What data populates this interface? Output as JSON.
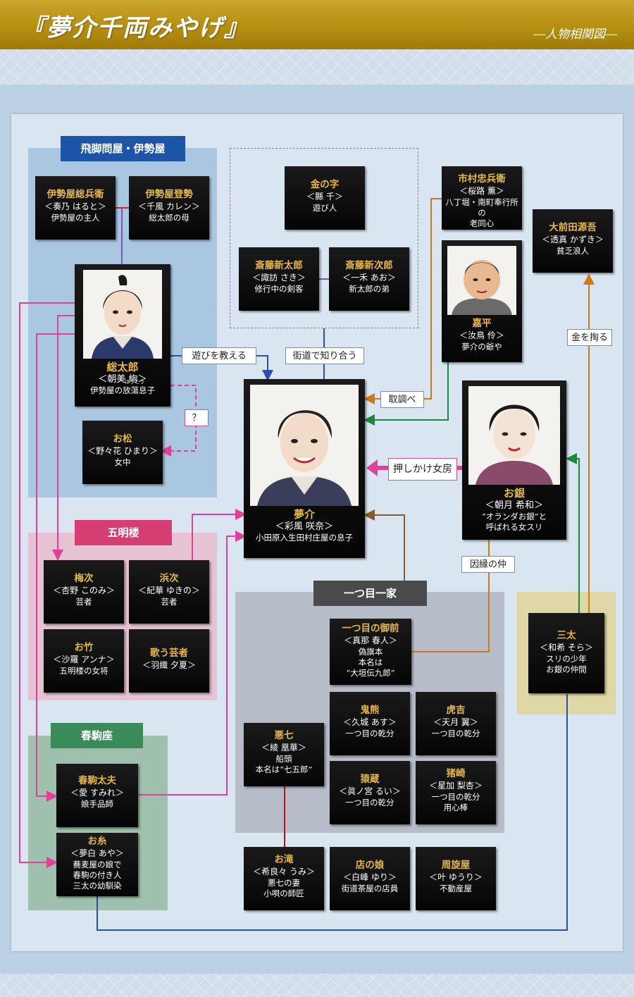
{
  "header": {
    "title": "『夢介千両みやげ』",
    "subtitle": "―人物相関図―"
  },
  "groups": {
    "hikyaku": "飛脚問屋・伊勢屋",
    "gomei": "五明楼",
    "harukoma": "春駒座",
    "hitotsume": "一つ目一家"
  },
  "characters": {
    "souhee": {
      "name": "伊勢屋総兵衛",
      "actor": "＜奏乃 はると＞",
      "desc": "伊勢屋の主人"
    },
    "otose": {
      "name": "伊勢屋登勢",
      "actor": "＜千風 カレン＞",
      "desc": "総太郎の母"
    },
    "soutarou": {
      "name": "総太郎",
      "actor": "＜朝美 絢＞",
      "desc": "伊勢屋の放蕩息子",
      "ruby": "はうとう"
    },
    "omatsu": {
      "name": "お松",
      "actor": "＜野々花 ひまり＞",
      "desc": "女中"
    },
    "kinnoji": {
      "name": "金の字",
      "actor": "＜縣 千＞",
      "desc": "遊び人"
    },
    "shintarou": {
      "name": "斎藤新太郎",
      "actor": "＜諏訪 さき＞",
      "desc": "修行中の剣客"
    },
    "shinjirou": {
      "name": "斎藤新次郎",
      "actor": "＜一禾 あお＞",
      "desc": "新太郎の弟"
    },
    "ichimura": {
      "name": "市村忠兵衛",
      "actor": "＜桜路 薫＞",
      "desc": "八丁堀・南町奉行所の\n老同心"
    },
    "oomae": {
      "name": "大前田源吾",
      "actor": "＜透真 かずき＞",
      "desc": "貧乏浪人"
    },
    "kahei": {
      "name": "嘉平",
      "actor": "＜汝鳥 伶＞",
      "desc": "夢介の爺や"
    },
    "yumesuke": {
      "name": "夢介",
      "actor": "＜彩風 咲奈＞",
      "desc": "小田原入生田村庄屋の息子"
    },
    "ogin": {
      "name": "お銀",
      "actor": "＜朝月 希和＞",
      "desc": "“オランダお銀”と\n呼ばれる女スリ"
    },
    "umeji": {
      "name": "梅次",
      "actor": "＜杏野 このみ＞",
      "desc": "芸者"
    },
    "hamaji": {
      "name": "浜次",
      "actor": "＜紀華 ゆきの＞",
      "desc": "芸者"
    },
    "otake": {
      "name": "お竹",
      "actor": "＜沙羅 アンナ＞",
      "desc": "五明楼の女将"
    },
    "utau": {
      "name": "歌う芸者",
      "actor": "＜羽織 夕夏＞",
      "desc": ""
    },
    "gozen": {
      "name": "一つ目の御前",
      "actor": "＜真那 春人＞",
      "desc": "偽旗本\n本名は\n“大垣伝九郎”"
    },
    "santa": {
      "name": "三太",
      "actor": "＜和希 そら＞",
      "desc": "スリの少年\nお銀の仲間"
    },
    "onikuma": {
      "name": "鬼熊",
      "actor": "＜久城 あす＞",
      "desc": "一つ目の乾分"
    },
    "torakichi": {
      "name": "虎吉",
      "actor": "＜天月 翼＞",
      "desc": "一つ目の乾分"
    },
    "akushichi": {
      "name": "悪七",
      "actor": "＜綾 凰華＞",
      "desc": "船頭\n本名は“七五郎”"
    },
    "saruzou": {
      "name": "猿蔵",
      "actor": "＜眞ノ宮 るい＞",
      "desc": "一つ目の乾分"
    },
    "inosaki": {
      "name": "猪崎",
      "actor": "＜星加 梨杏＞",
      "desc": "一つ目の乾分\n用心棒"
    },
    "tayuu": {
      "name": "春駒太夫",
      "actor": "＜愛 すみれ＞",
      "desc": "娘手品師"
    },
    "oito": {
      "name": "お糸",
      "actor": "＜夢白 あや＞",
      "desc": "蕎麦屋の娘で\n春駒の付き人\n三太の幼馴染"
    },
    "otaki": {
      "name": "お滝",
      "actor": "＜希良々 うみ＞",
      "desc": "悪七の妻\n小唄の師匠"
    },
    "misemusume": {
      "name": "店の娘",
      "actor": "＜白峰 ゆり＞",
      "desc": "街道茶屋の店員"
    },
    "shuusen": {
      "name": "周旋屋",
      "actor": "＜叶 ゆうり＞",
      "desc": "不動産屋"
    }
  },
  "relations": {
    "asobi": "遊びを教える",
    "kaidou": "街道で知り合う",
    "torishirabe": "取調べ",
    "oshikake": "押しかけ女房",
    "kane": "金を掏る",
    "inen": "因縁の仲",
    "question": "？"
  },
  "colors": {
    "header_gold": "#b8921a",
    "name_gold": "#e6b74a",
    "pink_line": "#e0409a",
    "blue_line": "#2a4fb0",
    "orange_line": "#d07818",
    "green_line": "#1a8a3a"
  }
}
